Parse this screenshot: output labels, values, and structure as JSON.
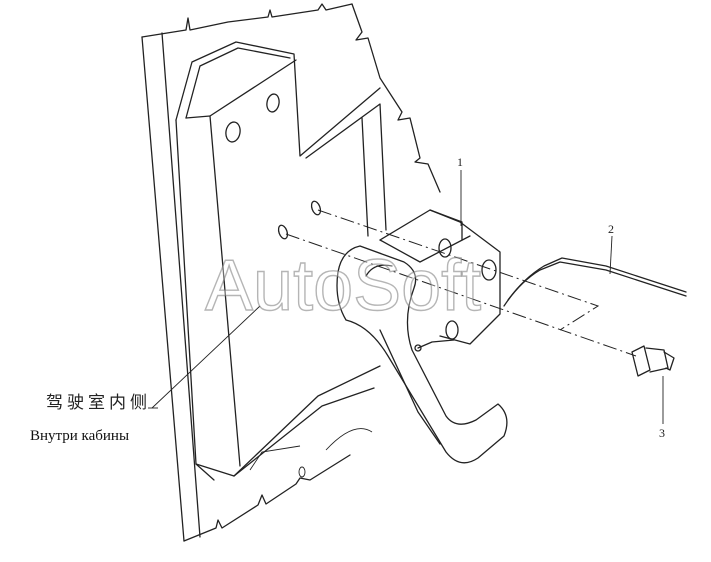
{
  "callouts": {
    "c1": "1",
    "c2": "2",
    "c3": "3"
  },
  "labels": {
    "inside_cab_cn": "驾驶室内侧",
    "inside_cab_ru": "Внутри кабины"
  },
  "watermark": "AutoSoft",
  "colors": {
    "line": "#222222",
    "background": "#ffffff",
    "watermark": "#787878"
  }
}
